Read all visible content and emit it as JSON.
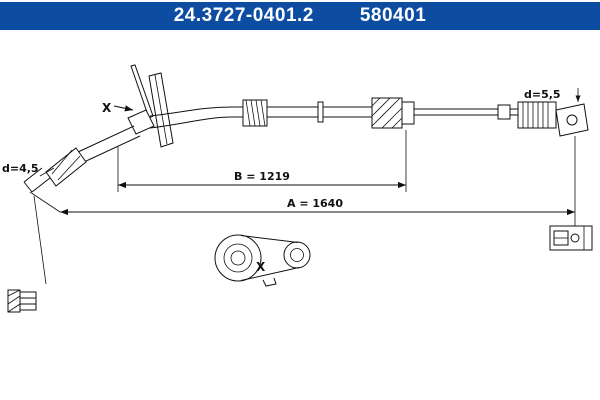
{
  "banner": {
    "part_number": "24.3727-0401.2",
    "reference_number": "580401",
    "background": "#0c4da2",
    "text_color": "#ffffff"
  },
  "drawing": {
    "type": "technical-line-drawing",
    "subject": "parking brake cable",
    "line_color": "#111111",
    "background": "#ffffff",
    "labels": {
      "left_diameter": "d=4,5",
      "right_diameter": "d=5,5",
      "dim_b": "B = 1219",
      "dim_a": "A = 1640",
      "detail_marker": "X",
      "detail_view_marker": "X"
    },
    "dimensions": {
      "B_mm": 1219,
      "A_mm": 1640,
      "d_left_mm": 4.5,
      "d_right_mm": 5.5
    }
  }
}
